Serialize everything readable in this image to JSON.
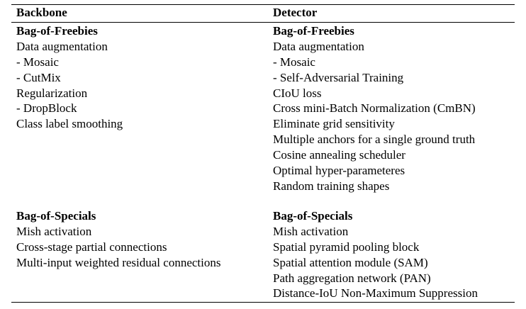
{
  "table": {
    "headers": {
      "backbone": "Backbone",
      "detector": "Detector"
    },
    "backbone": {
      "freebies_title": "Bag-of-Freebies",
      "freebies_items": [
        "Data augmentation",
        "- Mosaic",
        "- CutMix",
        "Regularization",
        "- DropBlock",
        "Class label smoothing"
      ],
      "specials_title": "Bag-of-Specials",
      "specials_items": [
        "Mish activation",
        "Cross-stage partial connections",
        "Multi-input weighted residual connections"
      ]
    },
    "detector": {
      "freebies_title": "Bag-of-Freebies",
      "freebies_items": [
        "Data augmentation",
        "- Mosaic",
        "- Self-Adversarial Training",
        "CIoU loss",
        "Cross mini-Batch Normalization (CmBN)",
        "Eliminate grid sensitivity",
        "Multiple anchors for a single ground truth",
        "Cosine annealing scheduler",
        "Optimal hyper-parameteres",
        "Random training shapes"
      ],
      "specials_title": "Bag-of-Specials",
      "specials_items": [
        "Mish activation",
        "Spatial pyramid pooling block",
        "Spatial attention module (SAM)",
        "Path aggregation network (PAN)",
        "Distance-IoU Non-Maximum Suppression"
      ]
    }
  }
}
